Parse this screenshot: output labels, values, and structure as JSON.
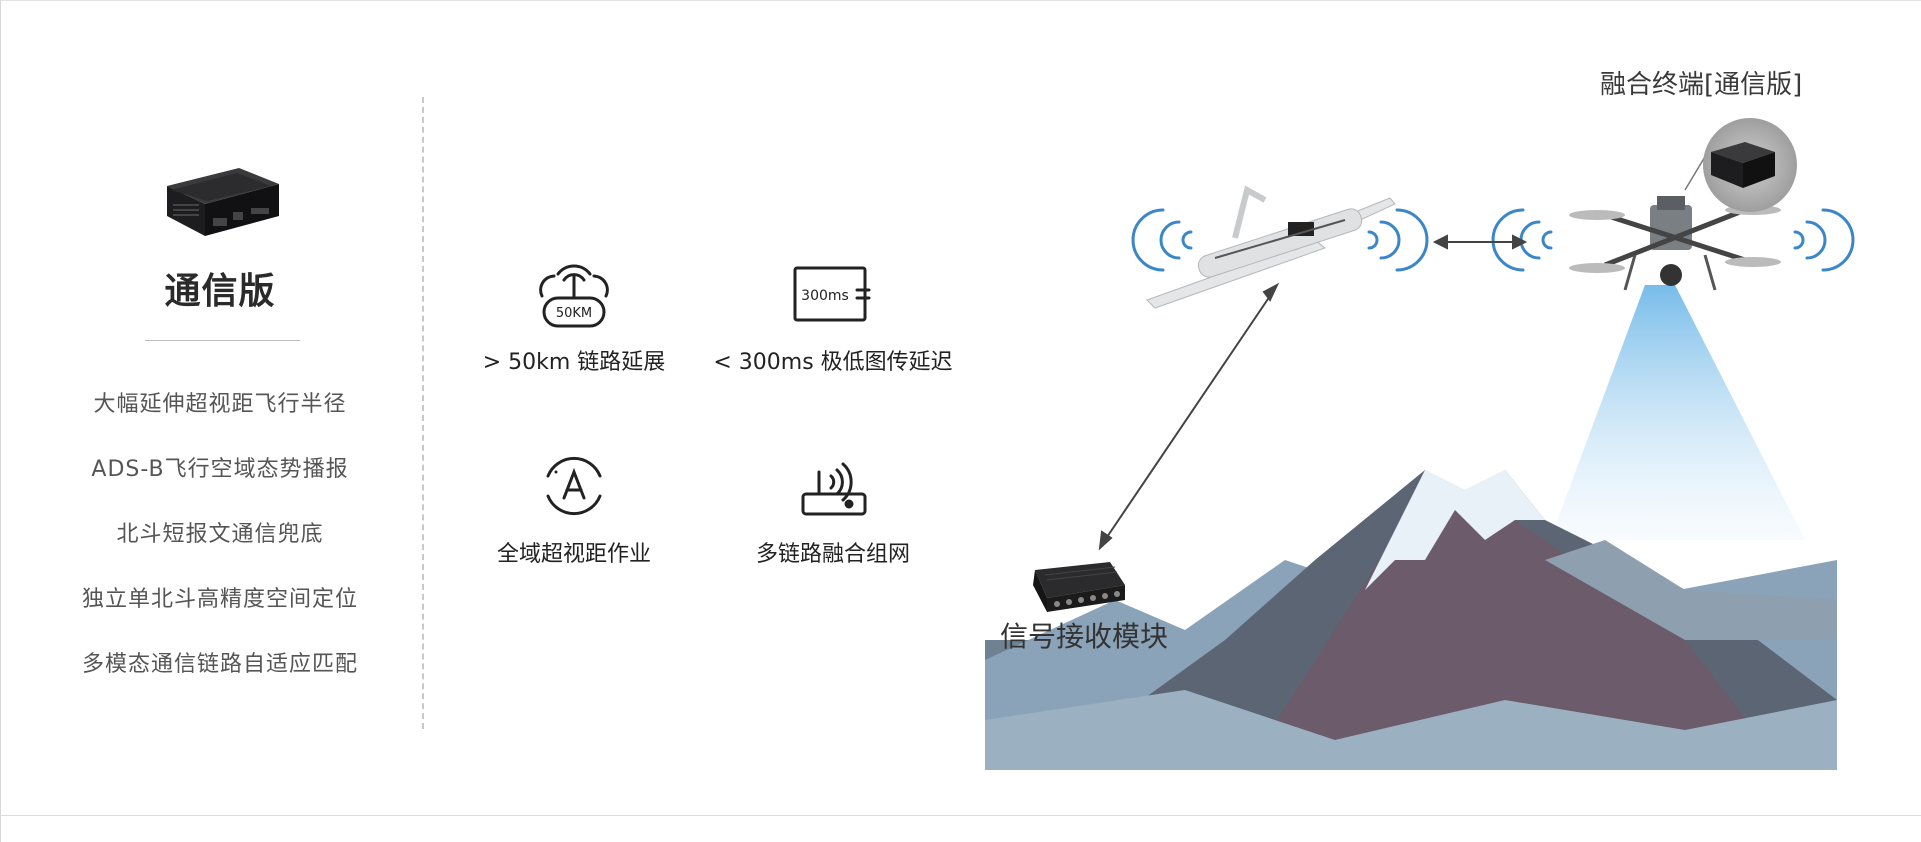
{
  "left_panel": {
    "edition_title": "通信版",
    "features": [
      "大幅延伸超视距飞行半径",
      "ADS-B飞行空域态势播报",
      "北斗短报文通信兜底",
      "独立单北斗高精度空间定位",
      "多模态通信链路自适应匹配"
    ]
  },
  "capabilities": [
    {
      "label": "> 50km 链路延展",
      "icon": "router-50km-icon",
      "icon_text": "50KM"
    },
    {
      "label": "< 300ms 极低图传延迟",
      "icon": "latency-300ms-icon",
      "icon_text": "300ms"
    },
    {
      "label": "全域超视距作业",
      "icon": "beyond-visual-range-icon"
    },
    {
      "label": "多链路融合组网",
      "icon": "network-router-icon"
    }
  ],
  "scene": {
    "terminal_label": "融合终端[通信版]",
    "receiver_label": "信号接收模块",
    "signal_color": "#3b86c9"
  }
}
